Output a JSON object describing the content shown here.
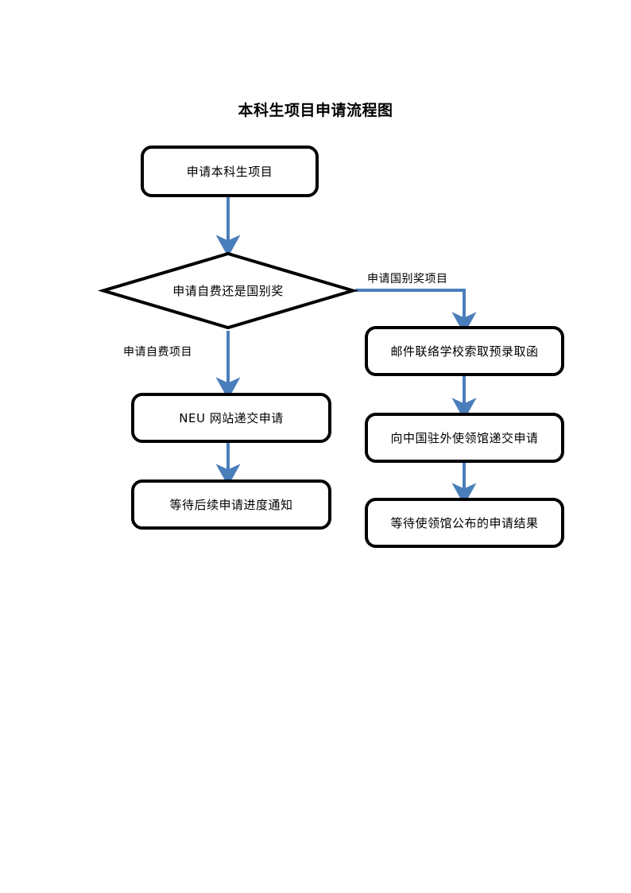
{
  "document": {
    "title": "本科生项目申请流程图",
    "page_background": "#ffffff",
    "node_border_color": "#000000",
    "connector_color": "#4a7ebb"
  },
  "chart_data": {
    "type": "diagram",
    "title": "本科生项目申请流程图",
    "nodes": [
      {
        "id": "start",
        "shape": "rounded-rect",
        "label": "申请本科生项目"
      },
      {
        "id": "decision",
        "shape": "diamond",
        "label": "申请自费还是国别奖"
      },
      {
        "id": "self_1",
        "shape": "rounded-rect",
        "label": "NEU 网站递交申请"
      },
      {
        "id": "self_2",
        "shape": "rounded-rect",
        "label": "等待后续申请进度通知"
      },
      {
        "id": "award_1",
        "shape": "rounded-rect",
        "label": "邮件联络学校索取预录取函"
      },
      {
        "id": "award_2",
        "shape": "rounded-rect",
        "label": "向中国驻外使领馆递交申请"
      },
      {
        "id": "award_3",
        "shape": "rounded-rect",
        "label": "等待使领馆公布的申请结果"
      }
    ],
    "edges": [
      {
        "from": "start",
        "to": "decision",
        "label": ""
      },
      {
        "from": "decision",
        "to": "self_1",
        "label": "申请自费项目"
      },
      {
        "from": "decision",
        "to": "award_1",
        "label": "申请国别奖项目"
      },
      {
        "from": "self_1",
        "to": "self_2",
        "label": ""
      },
      {
        "from": "award_1",
        "to": "award_2",
        "label": ""
      },
      {
        "from": "award_2",
        "to": "award_3",
        "label": ""
      }
    ]
  },
  "labels": {
    "branch_self_funded": "申请自费项目",
    "branch_country_award": "申请国别奖项目"
  }
}
